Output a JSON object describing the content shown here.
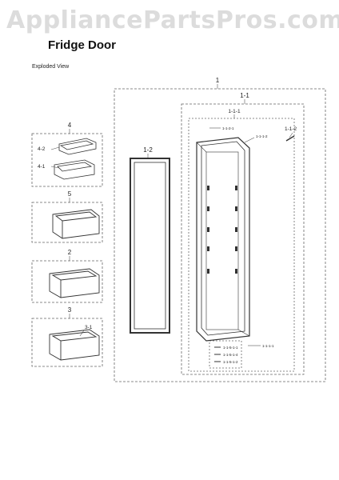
{
  "watermark": "AppliancePartsPros.com",
  "title": "Fridge Door",
  "subtitle": "Exploded View",
  "callouts": {
    "c1": "1",
    "c1_1": "1-1",
    "c1_1_1": "1-1-1",
    "c1_1_2": "1-1-2",
    "c1_2": "1-2",
    "c1_1_2_1": "1-1-2-1",
    "c1_1_1_2": "1-1-1-2",
    "c1_1_1_1": "1-1-1-1",
    "c1_1_5_1_1": "1-1-5-1-1",
    "c1_1_5_1_4": "1-1-5-1-4",
    "c1_1_5_1_2": "1-1-5-1-2",
    "c4": "4",
    "c4_2": "4-2",
    "c4_1": "4-1",
    "c5": "5",
    "c2": "2",
    "c3": "3",
    "c3_1": "3-1"
  }
}
